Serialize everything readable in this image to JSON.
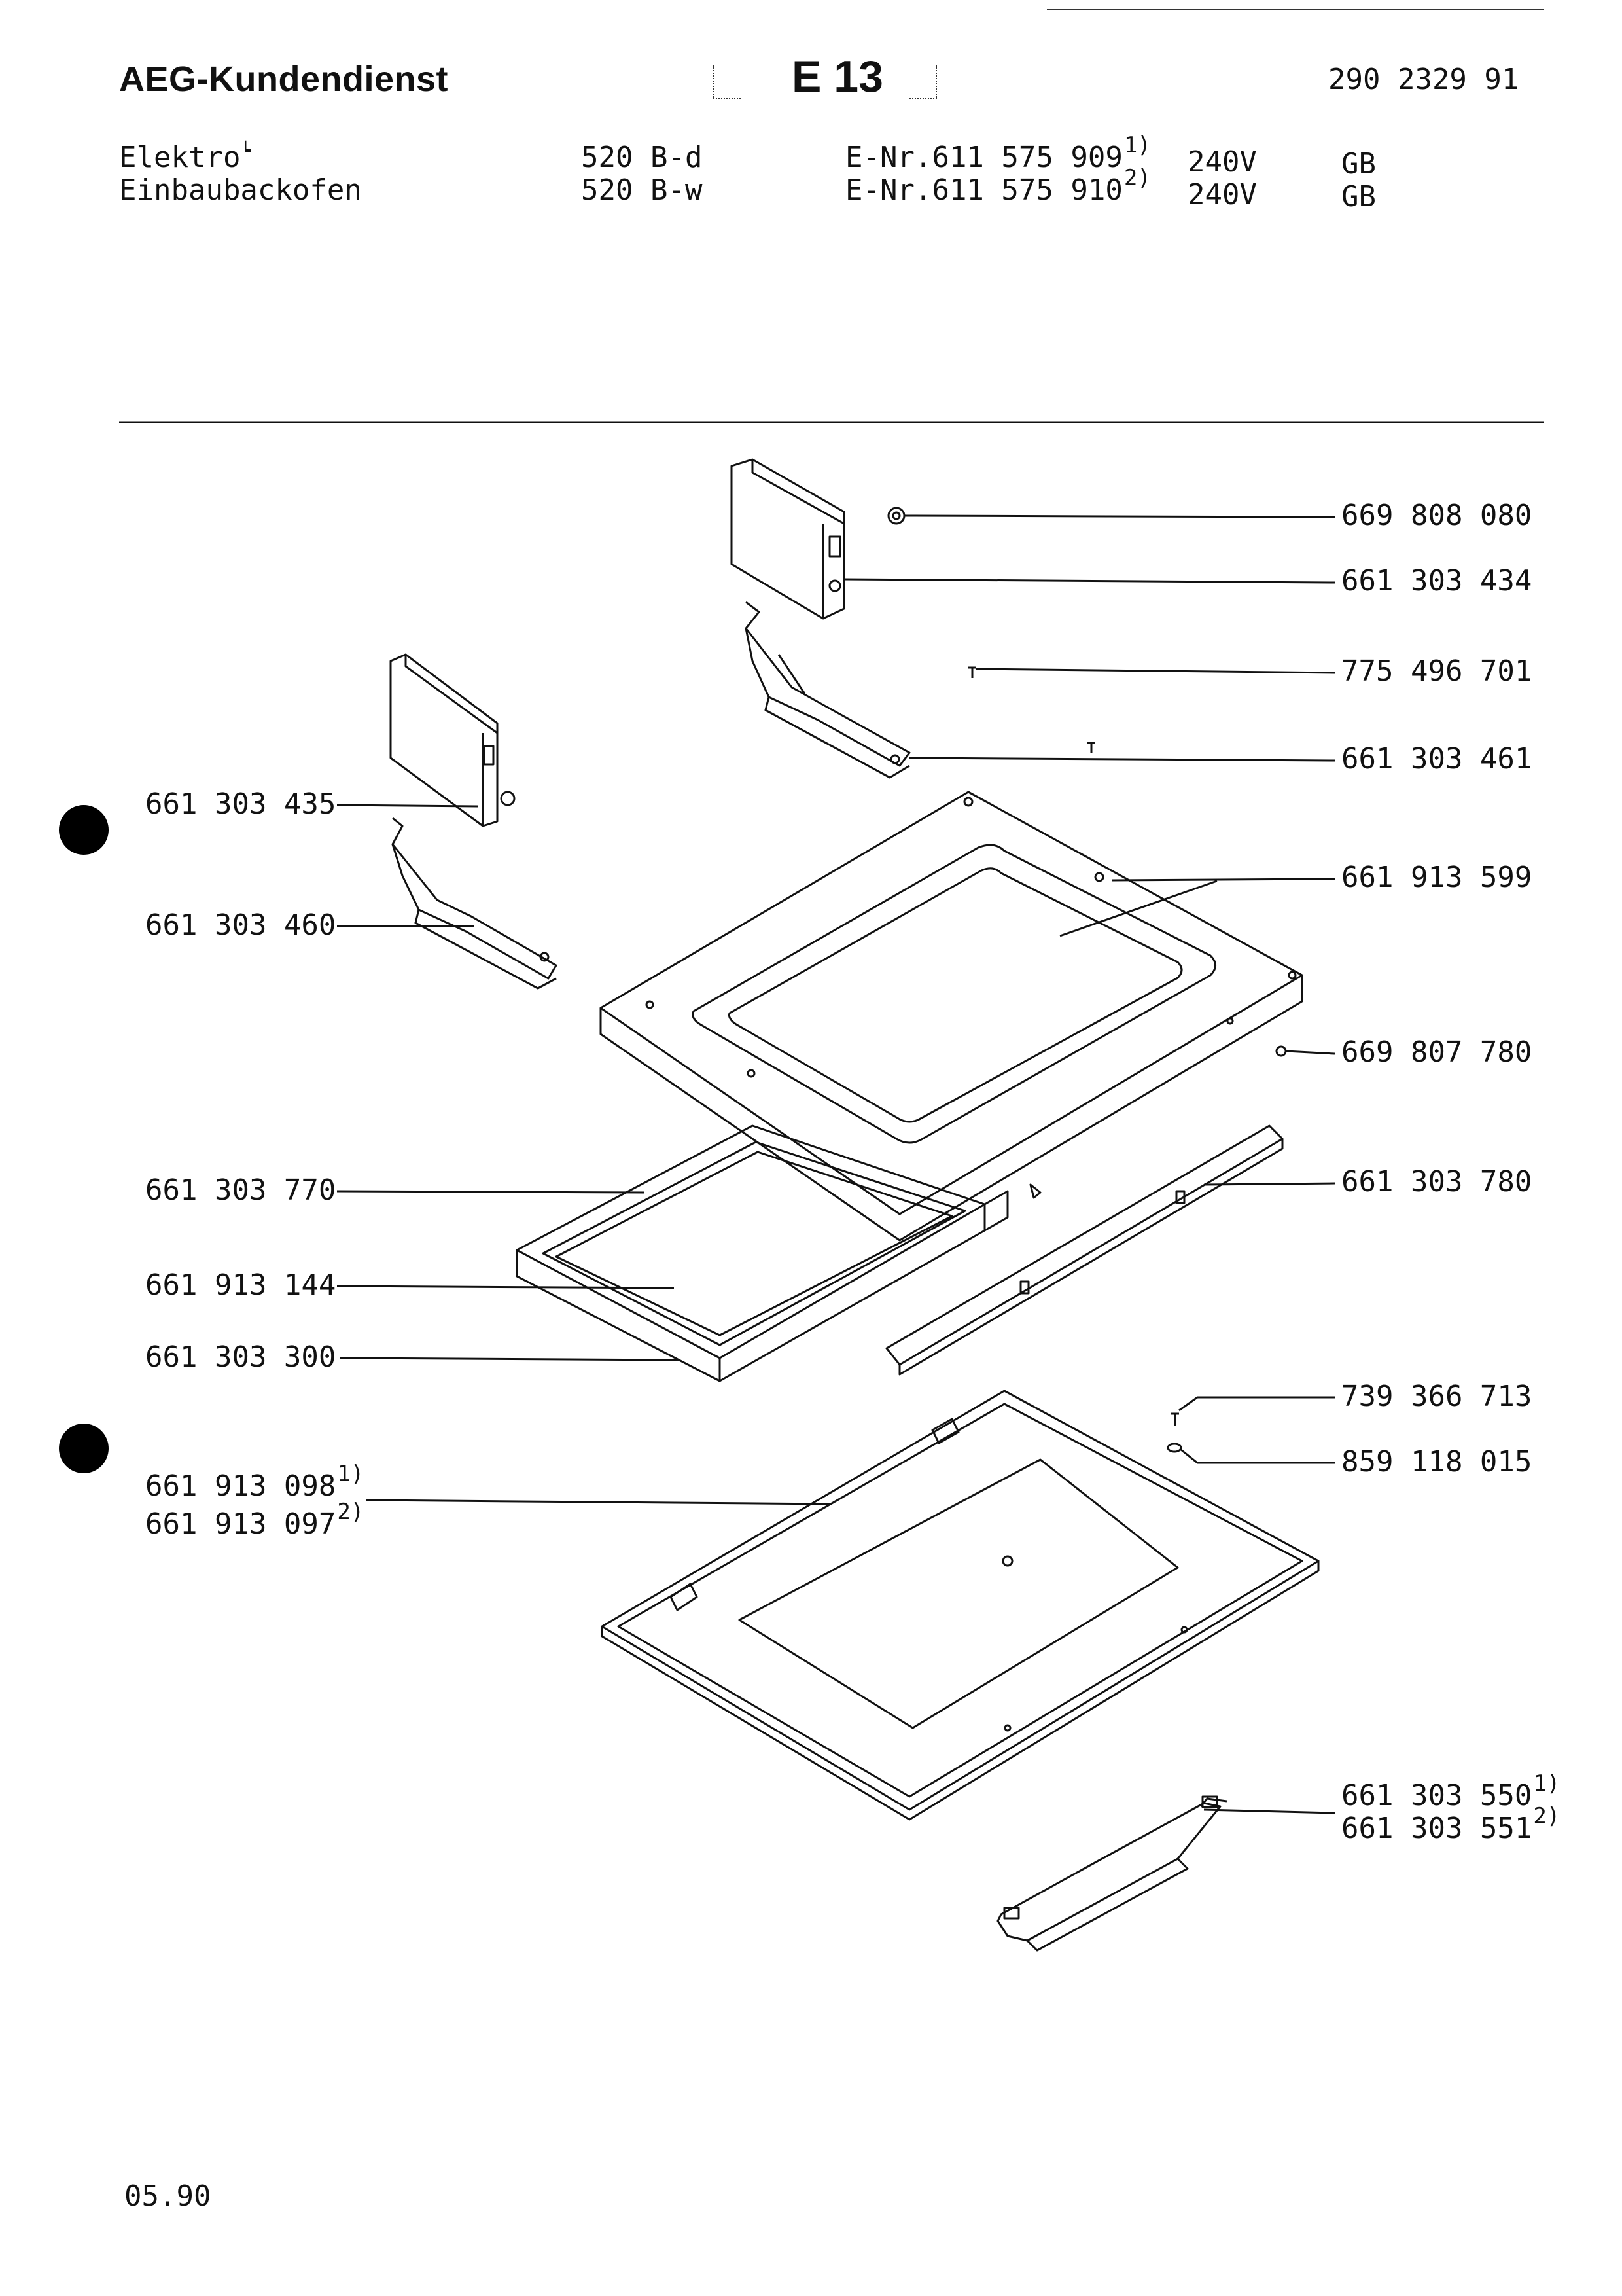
{
  "header": {
    "brand": "AEG-Kundendienst",
    "sheet": "E 13",
    "doc_number": "290 2329 91"
  },
  "product": {
    "line1": "Elektro",
    "line2": "Einbaubackofen",
    "models": [
      {
        "model": "520 B-d",
        "enr": "E-Nr.611 575 909",
        "note": "1)",
        "voltage": "240V",
        "country": "GB"
      },
      {
        "model": "520 B-w",
        "enr": "E-Nr.611 575 910",
        "note": "2)",
        "voltage": "240V",
        "country": "GB"
      }
    ]
  },
  "parts_right": [
    {
      "pn": "669 808 080"
    },
    {
      "pn": "661 303 434"
    },
    {
      "pn": "775 496 701"
    },
    {
      "pn": "661 303 461"
    },
    {
      "pn": "661 913 599"
    },
    {
      "pn": "669 807 780"
    },
    {
      "pn": "661 303 780"
    },
    {
      "pn": "739 366 713"
    },
    {
      "pn": "859 118 015"
    },
    {
      "pn": "661 303 550",
      "note": "1)"
    },
    {
      "pn": "661 303 551",
      "note": "2)"
    }
  ],
  "parts_left": [
    {
      "pn": "661 303 435"
    },
    {
      "pn": "661 303 460"
    },
    {
      "pn": "661 303 770"
    },
    {
      "pn": "661 913 144"
    },
    {
      "pn": "661 303 300"
    },
    {
      "pn": "661 913 098",
      "note": "1)"
    },
    {
      "pn": "661 913 097",
      "note": "2)"
    }
  ],
  "footer": {
    "date": "05.90"
  }
}
